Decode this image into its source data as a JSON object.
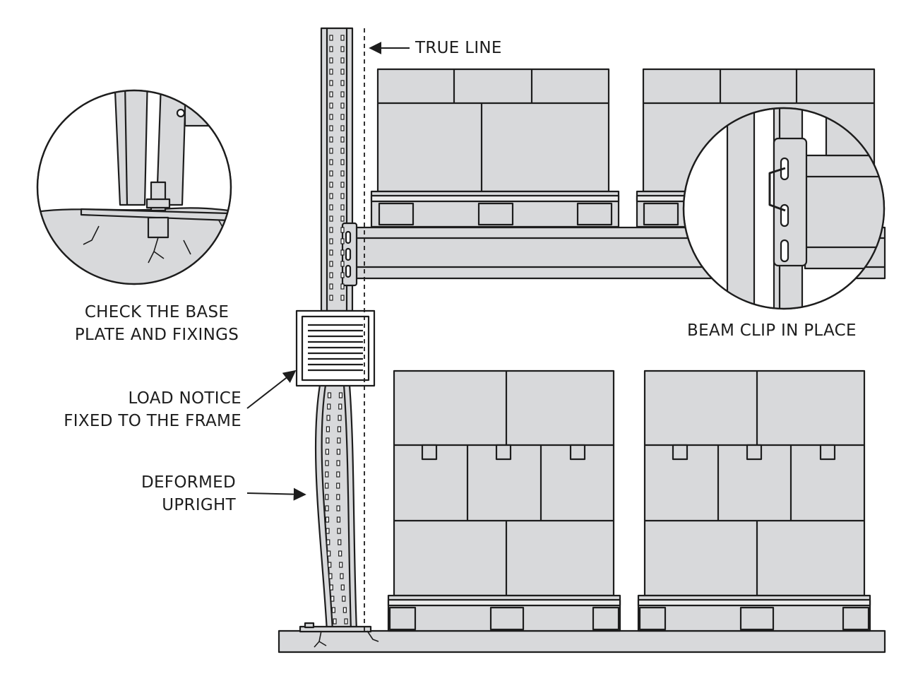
{
  "labels": {
    "true_line": "TRUE LINE",
    "base_plate": [
      "CHECK THE BASE",
      "PLATE AND FIXINGS"
    ],
    "load_notice": [
      "LOAD NOTICE",
      "FIXED TO THE FRAME"
    ],
    "deformed_upright": [
      "DEFORMED",
      "UPRIGHT"
    ],
    "beam_clip": "BEAM CLIP IN PLACE"
  },
  "colors": {
    "line": "#1d1d1d",
    "fill": "#d8d9db",
    "background": "#ffffff"
  }
}
